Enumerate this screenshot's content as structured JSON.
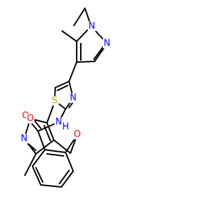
{
  "molecule": {
    "atoms": {
      "n_pyrazole_1": {
        "symbol": "N",
        "color": "#0000FF"
      },
      "n_pyrazole_2": {
        "symbol": "N",
        "color": "#0000FF"
      },
      "s_thiazole": {
        "symbol": "S",
        "color": "#B2B200"
      },
      "n_thiazole": {
        "symbol": "N",
        "color": "#0000FF"
      },
      "o_carbonyl": {
        "symbol": "O",
        "color": "#FF0000"
      },
      "nh_amide": {
        "symbol": "N",
        "color": "#0000FF"
      },
      "h_amide": {
        "symbol": "H",
        "color": "#0000FF"
      },
      "o_isoxazole": {
        "symbol": "O",
        "color": "#FF0000"
      },
      "n_isoxazole": {
        "symbol": "N",
        "color": "#0000FF"
      },
      "o_ether": {
        "symbol": "O",
        "color": "#FF0000"
      }
    }
  }
}
